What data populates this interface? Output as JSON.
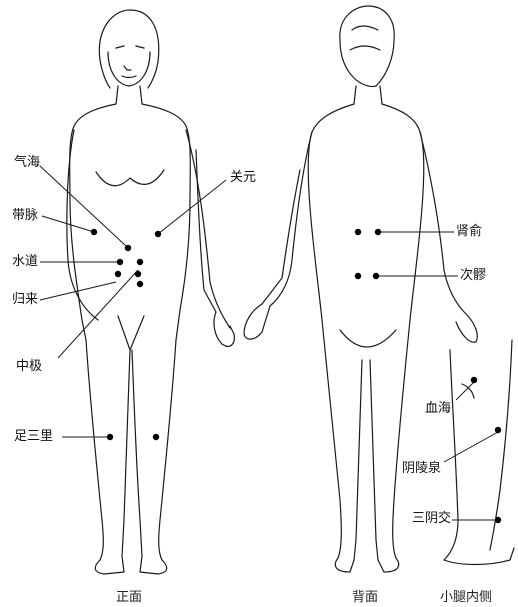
{
  "labels": {
    "qihai": "气海",
    "daimai": "带脉",
    "shuidao": "水道",
    "guilai": "归来",
    "zhongji": "中极",
    "zusanli": "足三里",
    "guanyuan": "关元",
    "shenshu": "肾俞",
    "ciliao": "次髎",
    "xuehai": "血海",
    "yinlingquan": "阴陵泉",
    "sanyinjiao": "三阴交"
  },
  "captions": {
    "front": "正面",
    "back": "背面",
    "calf": "小腿内侧"
  },
  "colors": {
    "ink": "#1a1a1a",
    "point": "#000000"
  }
}
